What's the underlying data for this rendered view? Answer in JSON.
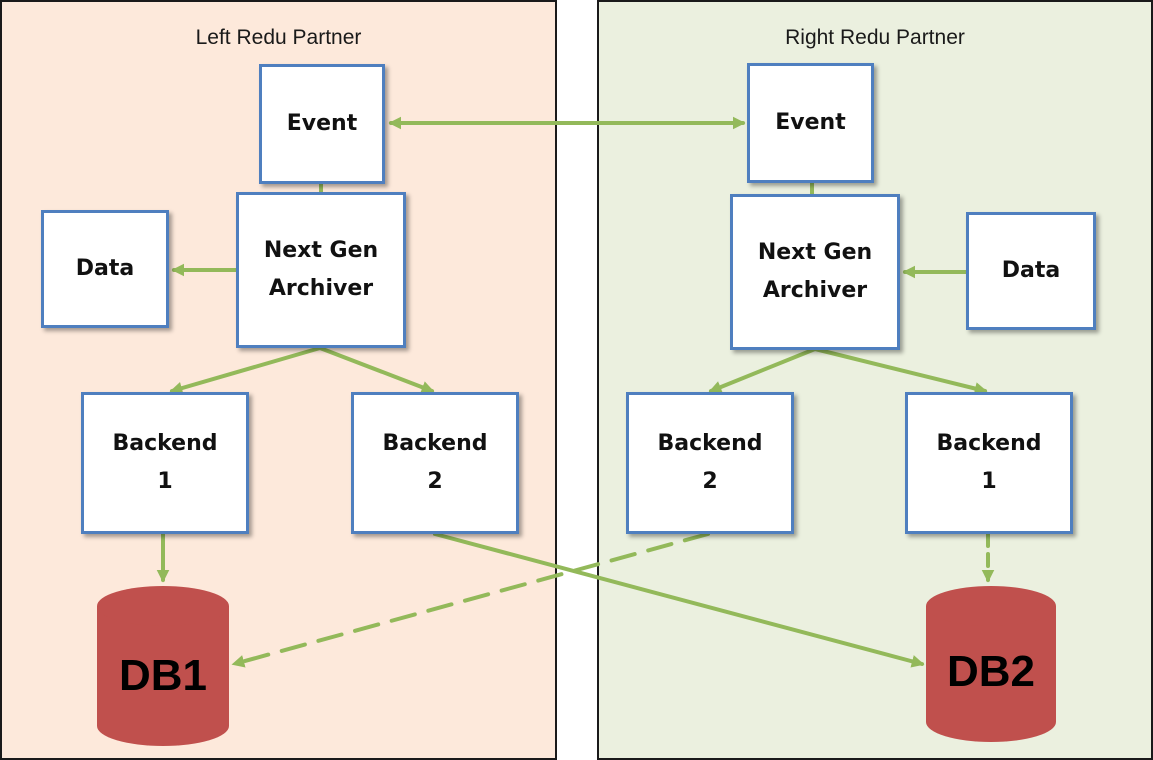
{
  "left": {
    "title": "Left Redu Partner",
    "event": "Event",
    "archiver": {
      "line1": "Next Gen",
      "line2": "Archiver"
    },
    "data": "Data",
    "backend_a": {
      "line1": "Backend",
      "line2": "1"
    },
    "backend_b": {
      "line1": "Backend",
      "line2": "2"
    },
    "db": "DB1"
  },
  "right": {
    "title": "Right Redu Partner",
    "event": "Event",
    "archiver": {
      "line1": "Next Gen",
      "line2": "Archiver"
    },
    "data": "Data",
    "backend_a": {
      "line1": "Backend",
      "line2": "2"
    },
    "backend_b": {
      "line1": "Backend",
      "line2": "1"
    },
    "db": "DB2"
  },
  "colors": {
    "left_panel": "#fde9db",
    "right_panel": "#ebf0df",
    "node_border": "#4f7fbf",
    "arrow": "#93b95a",
    "database": "#c0504d"
  }
}
